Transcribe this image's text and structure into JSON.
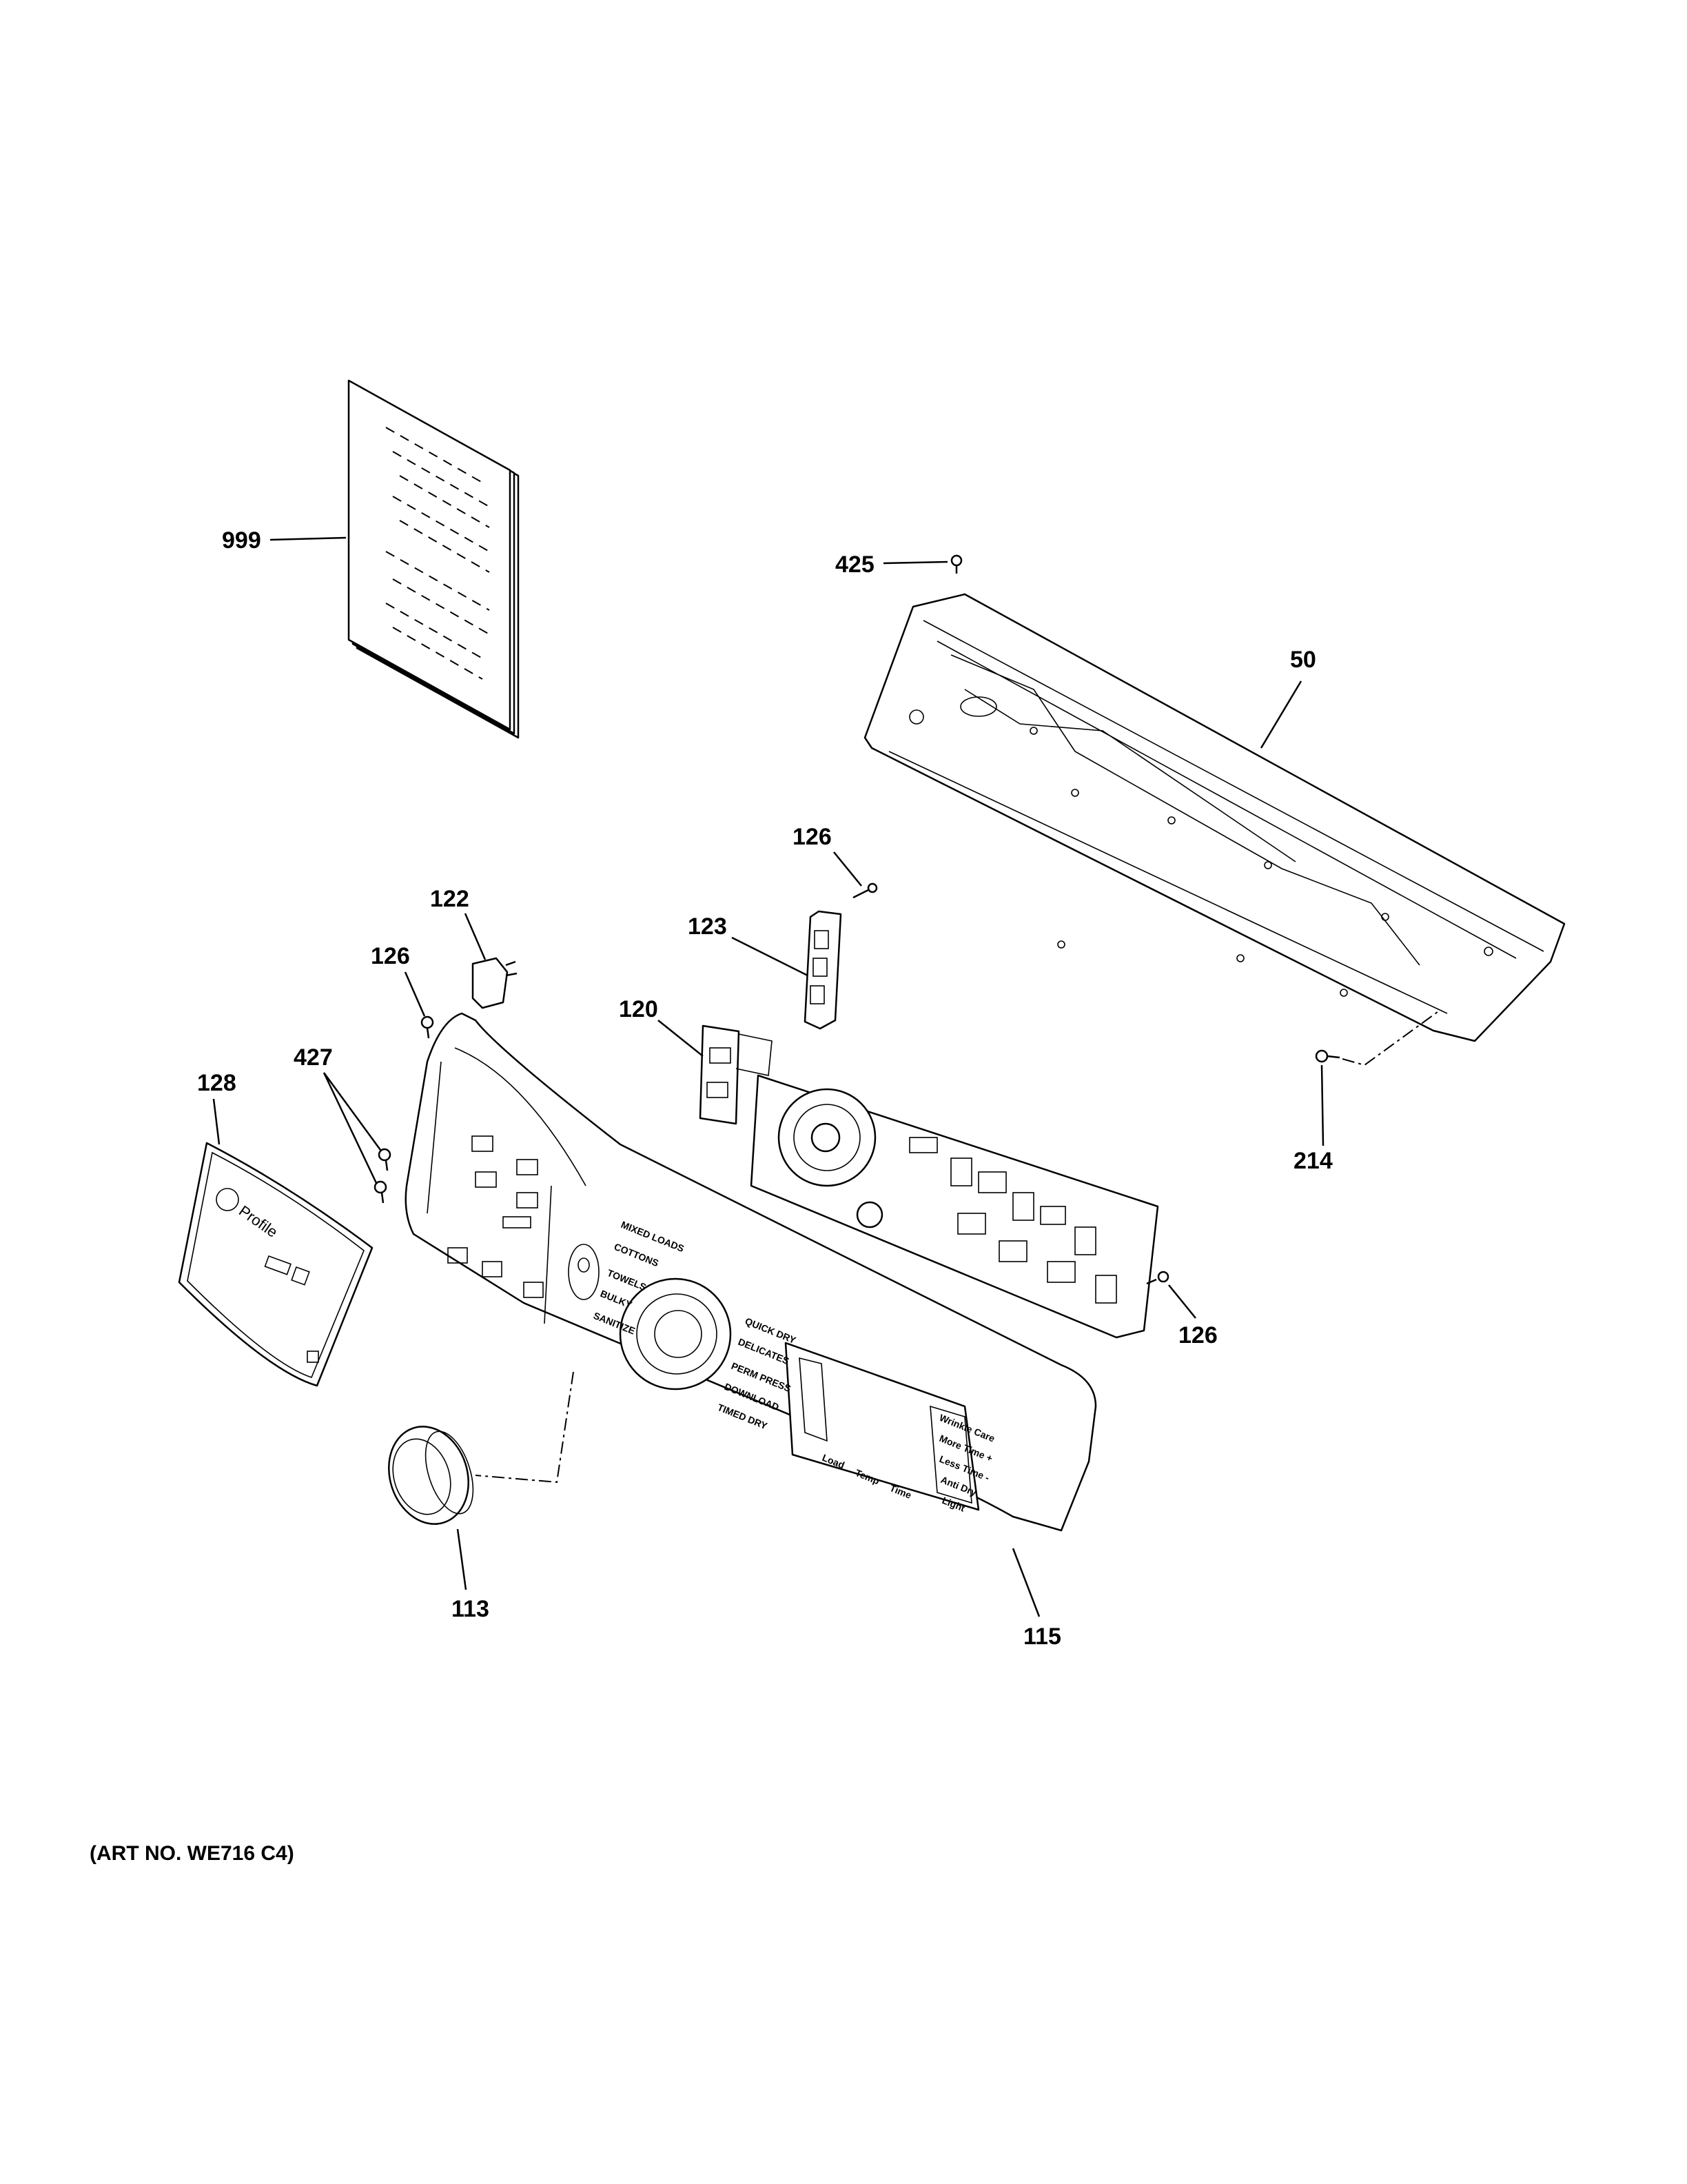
{
  "callouts": {
    "c999": "999",
    "c425": "425",
    "c50": "50",
    "c126a": "126",
    "c122": "122",
    "c123": "123",
    "c126b": "126",
    "c120": "120",
    "c128": "128",
    "c427": "427",
    "c214": "214",
    "c126c": "126",
    "c113": "113",
    "c115": "115"
  },
  "art_number": "(ART NO. WE716 C4)",
  "panel_labels": {
    "left_cycles": [
      "MIXED LOADS",
      "COTTONS",
      "TOWELS",
      "BULKY",
      "SANITIZE"
    ],
    "right_cycles": [
      "QUICK DRY",
      "DELICATES",
      "PERM PRESS",
      "DOWNLOAD",
      "TIMED DRY"
    ],
    "bottom_buttons": [
      "Load",
      "Temp",
      "Time"
    ],
    "right_buttons": [
      "Wrinkle Care",
      "More Time +",
      "Less Time -",
      "Anti Dry",
      "Light"
    ]
  },
  "logo": "Profile"
}
